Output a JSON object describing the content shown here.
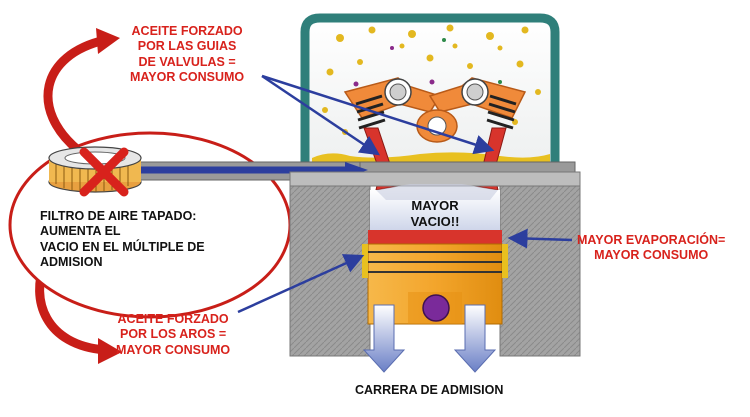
{
  "labels": {
    "valve_guides": "ACEITE FORZADO\nPOR LAS GUIAS\nDE  VALVULAS =\nMAYOR CONSUMO",
    "air_filter": "FILTRO DE AIRE TAPADO:\nAUMENTA EL\nVACIO EN EL MÚLTIPLE DE\nADMISION",
    "vacuum": "MAYOR\nVACIO!!",
    "evaporation": "MAYOR EVAPORACIÓN=\nMAYOR  CONSUMO",
    "rings": "ACEITE FORZADO\nPOR LOS AROS =\nMAYOR CONSUMO",
    "stroke": "CARRERA DE ADMISION"
  },
  "colors": {
    "label_red": "#d8221c",
    "arrow_blue": "#2c3e9e",
    "piston_orange": "#f0a020",
    "valve_red": "#d8342c",
    "cylinder_gray": "#9a9a9a",
    "head_teal": "#2f7f7a"
  }
}
